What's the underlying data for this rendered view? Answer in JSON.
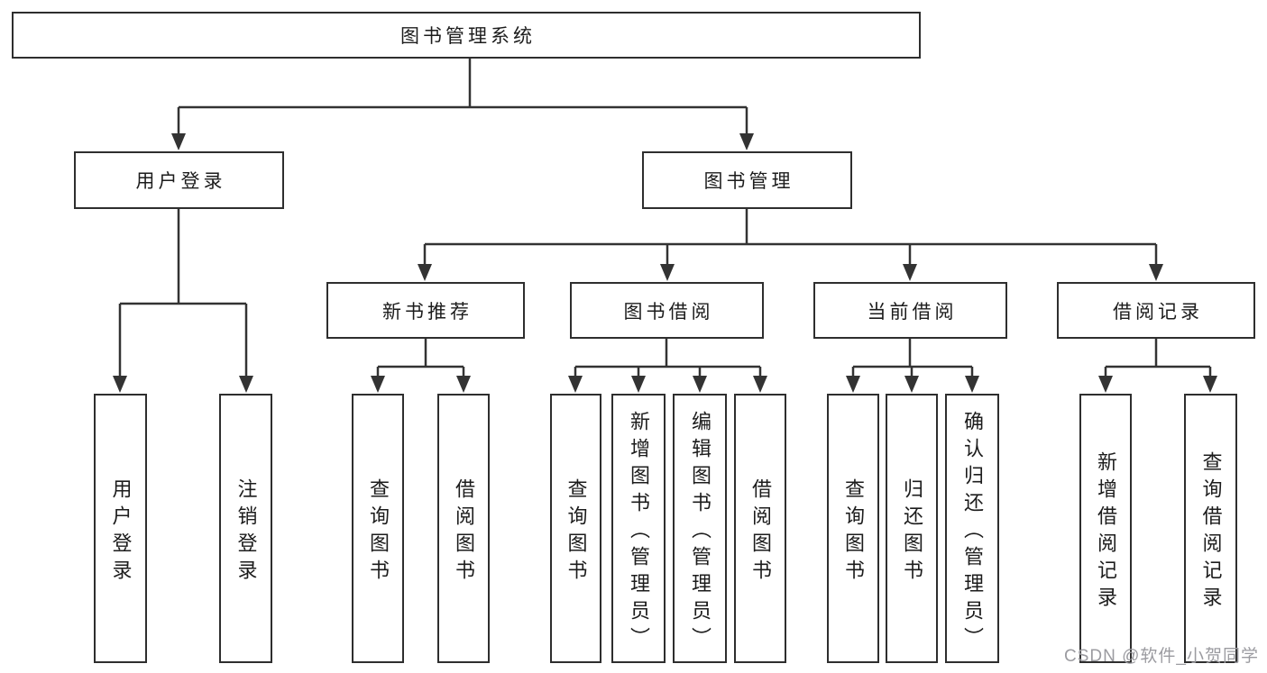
{
  "tree": {
    "root": "图书管理系统",
    "children": [
      {
        "label": "用户登录",
        "children": [
          "用户登录",
          "注销登录"
        ]
      },
      {
        "label": "图书管理",
        "children": [
          {
            "label": "新书推荐",
            "children": [
              "查询图书",
              "借阅图书"
            ]
          },
          {
            "label": "图书借阅",
            "children": [
              "查询图书",
              "新增图书（管理员）",
              "编辑图书（管理员）",
              "借阅图书"
            ]
          },
          {
            "label": "当前借阅",
            "children": [
              "查询图书",
              "归还图书",
              "确认归还（管理员）"
            ]
          },
          {
            "label": "借阅记录",
            "children": [
              "新增借阅记录",
              "查询借阅记录"
            ]
          }
        ]
      }
    ]
  },
  "watermark": {
    "text": "CSDN @软件_小贺同学"
  },
  "colors": {
    "line": "#333333",
    "box_border": "#2e2e2e",
    "text": "#1c1c1c",
    "background": "#ffffff",
    "watermark": "#9b9ba0"
  }
}
